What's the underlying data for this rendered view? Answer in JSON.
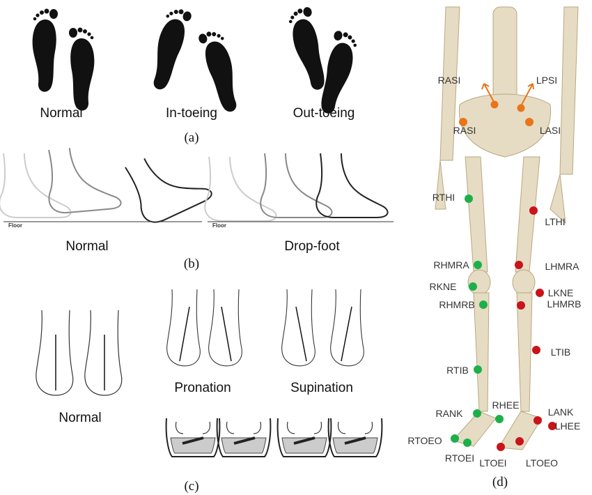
{
  "panel_a": {
    "labels": [
      "Normal",
      "In-toeing",
      "Out-toeing"
    ],
    "caption": "(a)"
  },
  "panel_b": {
    "labels": [
      "Normal",
      "Drop-foot"
    ],
    "floor": "Floor",
    "caption": "(b)"
  },
  "panel_c": {
    "labels": [
      "Normal",
      "Pronation",
      "Supination"
    ],
    "caption": "(c)"
  },
  "panel_d": {
    "caption": "(d)",
    "markers": [
      "RASI",
      "LPSI",
      "RASI",
      "LASI",
      "RTHI",
      "LTHI",
      "RHMRA",
      "LHMRA",
      "RKNE",
      "LKNE",
      "RHMRB",
      "LHMRB",
      "RTIB",
      "LTIB",
      "RANK",
      "RHEE",
      "LANK",
      "LHEE",
      "RTOEO",
      "RTOEI",
      "LTOEI",
      "LTOEO"
    ],
    "colors": {
      "pelvis": "#e8751a",
      "right": "#1db04a",
      "left": "#c8141a"
    }
  }
}
